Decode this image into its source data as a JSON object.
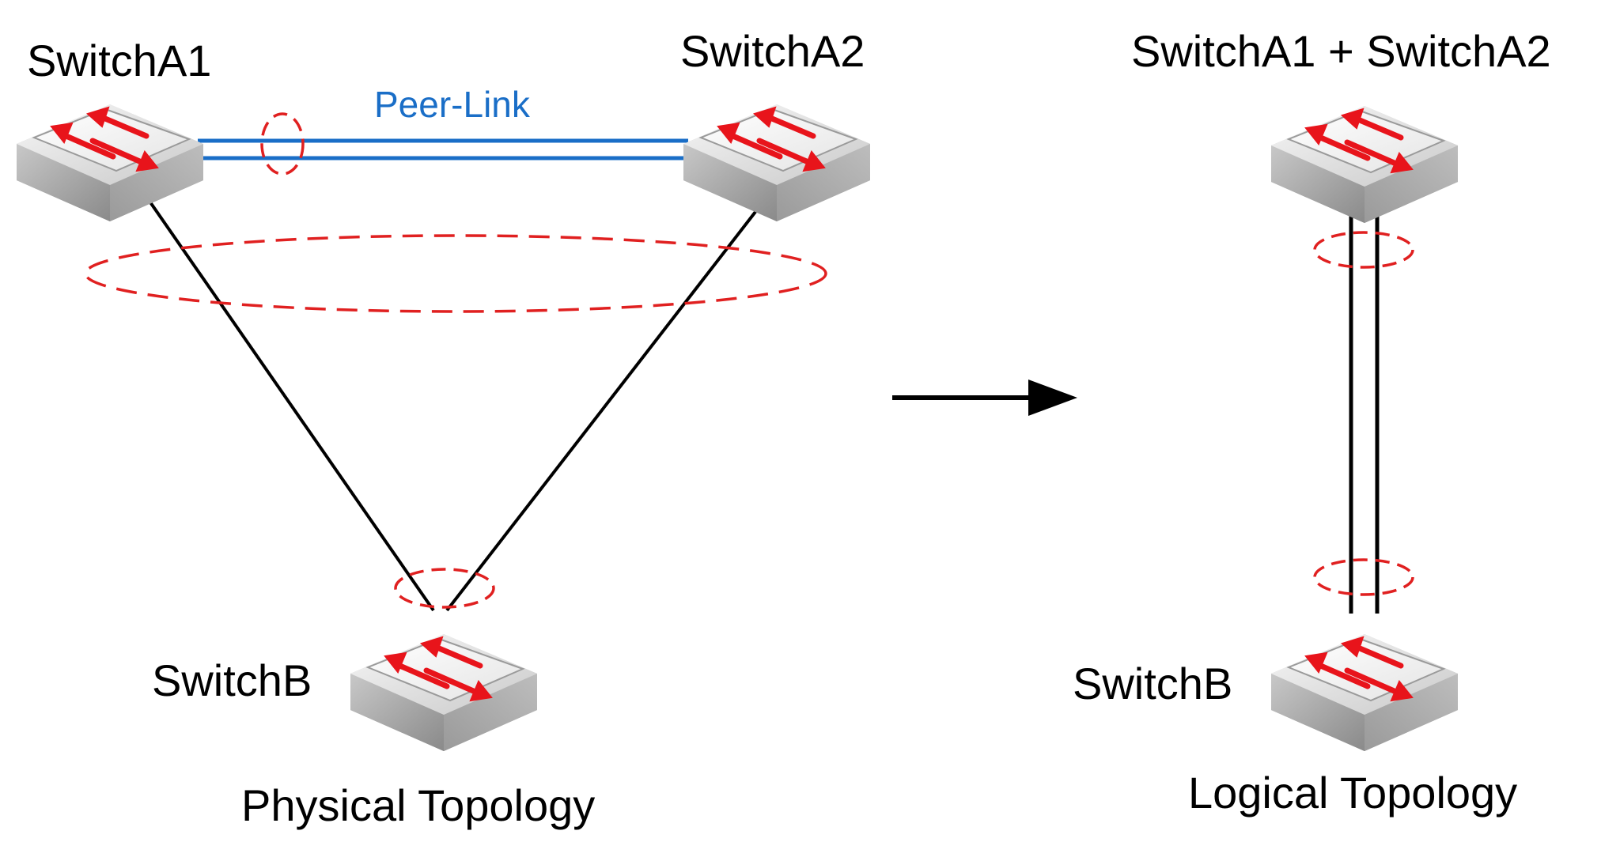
{
  "colors": {
    "peer_link": "#1a6ec7",
    "lag_ring": "#e02020",
    "link": "#000000",
    "arrow": "#000000",
    "switch_arrow": "#e8141b"
  },
  "physical": {
    "switch_a1_label": "SwitchA1",
    "switch_a2_label": "SwitchA2",
    "switch_b_label": "SwitchB",
    "peer_link_label": "Peer-Link",
    "caption": "Physical Topology"
  },
  "logical": {
    "merged_label": "SwitchA1 + SwitchA2",
    "switch_b_label": "SwitchB",
    "caption": "Logical Topology"
  },
  "icons": {
    "switch": "network-switch-icon",
    "transform_arrow": "right-arrow-icon"
  }
}
